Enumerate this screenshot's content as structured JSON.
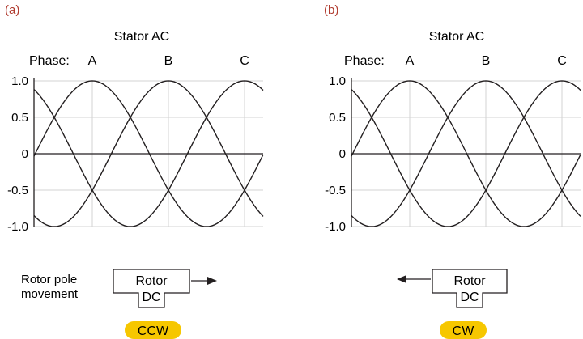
{
  "colors": {
    "panel_label": "#b03a2e",
    "badge": "#f6c700",
    "grid": "#d3d3d3",
    "ink": "#231f20"
  },
  "panels": [
    {
      "label": "(a)",
      "title": "Stator AC",
      "phase_prefix": "Phase:",
      "phases": [
        "A",
        "B",
        "C"
      ],
      "y_ticks": [
        "1.0",
        "0.5",
        "0",
        "-0.5",
        "-1.0"
      ],
      "rotor_top": "Rotor",
      "rotor_bottom": "DC",
      "movement_label_line1": "Rotor pole",
      "movement_label_line2": "movement",
      "arrow_direction": "right",
      "direction": "CCW"
    },
    {
      "label": "(b)",
      "title": "Stator AC",
      "phase_prefix": "Phase:",
      "phases": [
        "A",
        "B",
        "C"
      ],
      "y_ticks": [
        "1.0",
        "0.5",
        "0",
        "-0.5",
        "-1.0"
      ],
      "rotor_top": "Rotor",
      "rotor_bottom": "DC",
      "arrow_direction": "left",
      "direction": "CW"
    }
  ]
}
